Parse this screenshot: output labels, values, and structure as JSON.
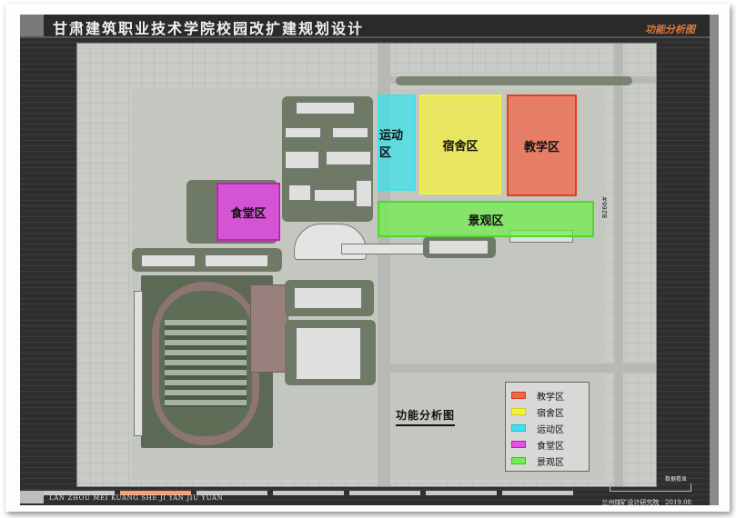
{
  "header": {
    "title": "甘肃建筑职业技术学院校园改扩建规划设计",
    "sheet_name": "功能分析图"
  },
  "map": {
    "caption": "功能分析图",
    "road_label": "B266#",
    "zones": [
      {
        "id": "teaching",
        "label": "教学区",
        "color": "#f2664a"
      },
      {
        "id": "dormitory",
        "label": "宿舍区",
        "color": "#f5f23a"
      },
      {
        "id": "sports",
        "label": "运动区",
        "color": "#3fe2ea"
      },
      {
        "id": "canteen",
        "label": "食堂区",
        "color": "#e64fe6"
      },
      {
        "id": "landscape",
        "label": "景观区",
        "color": "#6ef04a"
      }
    ]
  },
  "legend": {
    "items": [
      {
        "label": "教学区",
        "color": "#f2664a"
      },
      {
        "label": "宿舍区",
        "color": "#f5f23a"
      },
      {
        "label": "运动区",
        "color": "#3fe2ea"
      },
      {
        "label": "食堂区",
        "color": "#e64fe6"
      },
      {
        "label": "景观区",
        "color": "#6ef04a"
      }
    ]
  },
  "footer": {
    "left_text": "LAN ZHOU MEI KUANG SHE JI YAN JIU YUAN",
    "institute": "兰州煤矿设计研究院",
    "date": "2019.08",
    "stamp_label": "数据看显",
    "page_segments": 7,
    "active_segment": 2
  },
  "colors": {
    "frame_dark": "#2e2e2e",
    "accent_orange": "#e07a3a",
    "progress_active": "#f4a07a"
  }
}
